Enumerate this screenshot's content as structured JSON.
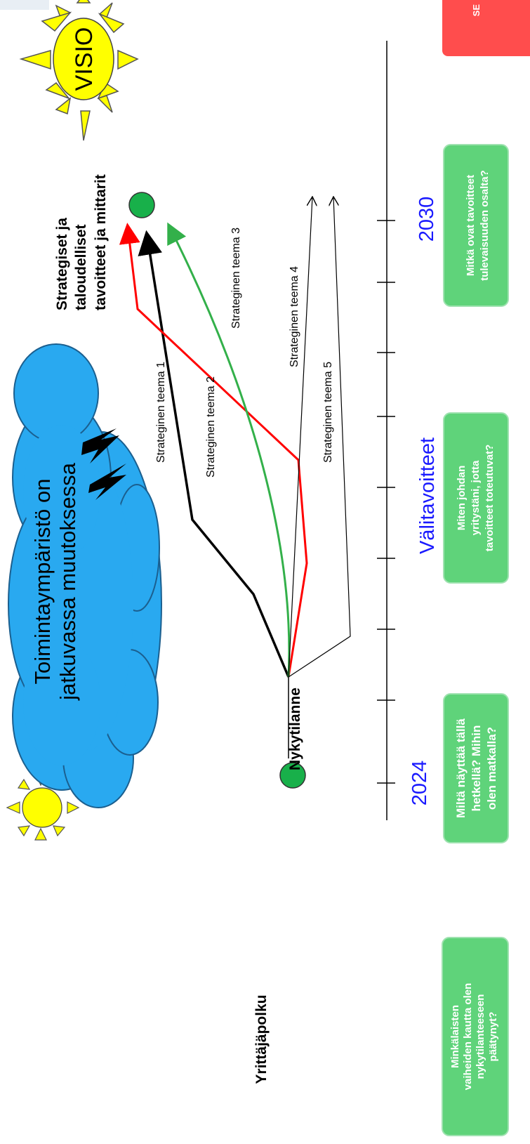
{
  "title": "Yrittäjäpolku",
  "years": {
    "start": "2024",
    "end": "2030"
  },
  "milestone_label": "Välitavoitteet",
  "current_state": "Nykytilanne",
  "goals": [
    "Strategiset ja",
    "taloudelliset",
    "tavoitteet ja mittarit"
  ],
  "vision": "VISIO",
  "cloud_text": [
    "Toimintaympäristö on",
    "jatkuvassa muutoksessa"
  ],
  "themes": [
    {
      "label": "Strateginen teema 1",
      "color": "#000000"
    },
    {
      "label": "Strateginen teema 2",
      "color": "#ff0000"
    },
    {
      "label": "Strateginen teema 3",
      "color": "#33b04a"
    },
    {
      "label": "Strateginen teema 4",
      "color": "#000000"
    },
    {
      "label": "Strateginen teema 5",
      "color": "#000000"
    }
  ],
  "questions": [
    [
      "Minkälaisten",
      "vaiheiden kautta olen",
      "nykytilanteeseen",
      "päätynyt?"
    ],
    [
      "Miltä näyttää tällä",
      "hetkellä? Mihin",
      "olen matkalla?"
    ],
    [
      "Miten johdan",
      "yritystäni, jotta",
      "tavoitteet toteutuvat?"
    ],
    [
      "Mitkä ovat tavoitteet",
      "tulevaisuuden osalta?"
    ]
  ],
  "corner_button": "SE",
  "colors": {
    "question_box": "#5fd37a",
    "corner_box": "#ff4d4d",
    "cloud": "#29a9f0",
    "sun": "#ffff00",
    "dot": "#18b04a",
    "year_text": "#1a1aff"
  }
}
